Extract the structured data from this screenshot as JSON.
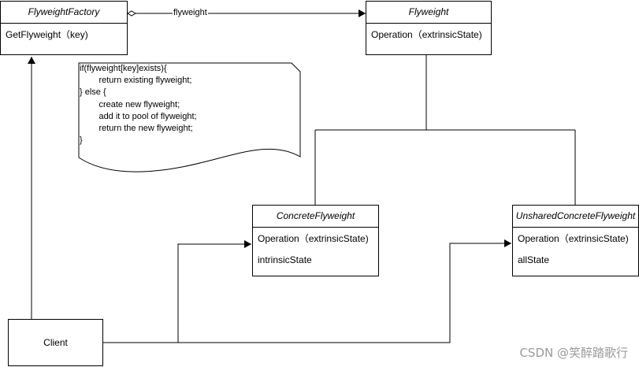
{
  "factory": {
    "title": "FlyweightFactory",
    "method": "GetFlyweight（key)"
  },
  "flyweight": {
    "title": "Flyweight",
    "method": "Operation（extrinsicState)"
  },
  "concrete": {
    "title": "ConcreteFlyweight",
    "method": "Operation（extrinsicState)",
    "field": "intrinsicState"
  },
  "unshared": {
    "title": "UnsharedConcreteFlyweight",
    "method": "Operation（extrinsicState)",
    "field": "allState"
  },
  "client": {
    "label": "Client"
  },
  "aggregation": {
    "label": "flyweight"
  },
  "note": {
    "code": "if(flyweight[key]exists){\n        return existing flyweight;\n} else {\n        create new flyweight;\n        add it to pool of flyweight;\n        return the new flyweight;\n}"
  },
  "watermark": {
    "text": "CSDN @笑醉踏歌行"
  },
  "colors": {
    "line": "#000000",
    "background": "#ffffff",
    "watermark": "#9a9a9a"
  }
}
